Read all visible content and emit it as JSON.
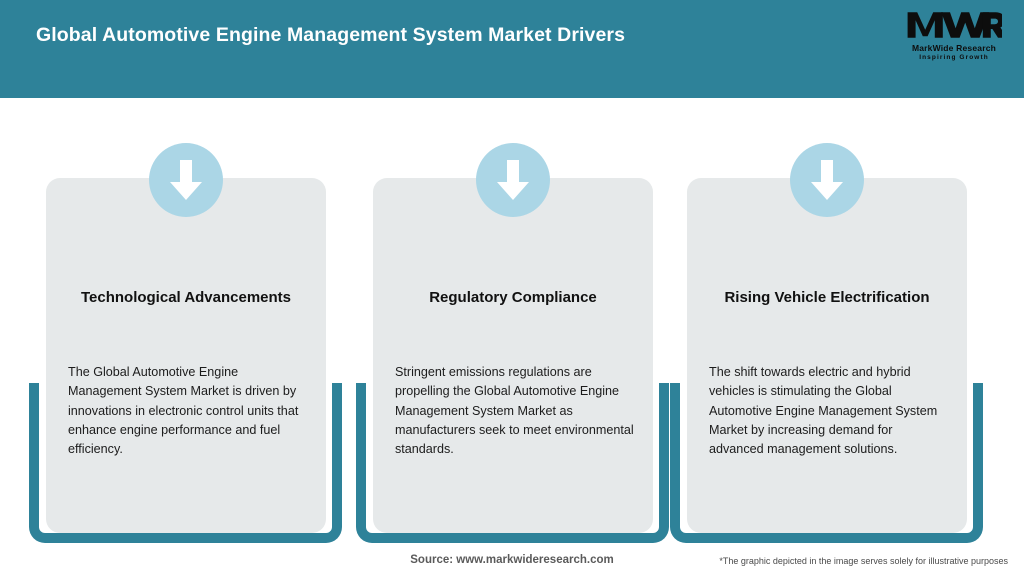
{
  "header": {
    "title": "Global Automotive Engine Management System Market Drivers",
    "background_color": "#2E8299",
    "title_color": "#FFFFFF",
    "logo": {
      "mark": "MWR",
      "name": "MarkWide Research",
      "tagline": "Inspiring Growth"
    }
  },
  "cards": [
    {
      "icon": "down-arrow-icon",
      "title": "Technological Advancements",
      "body": "The Global Automotive Engine Management System Market is driven by innovations in electronic control units that enhance engine performance and fuel efficiency."
    },
    {
      "icon": "down-arrow-icon",
      "title": "Regulatory Compliance",
      "body": "Stringent emissions regulations are propelling the Global Automotive Engine Management System Market as manufacturers seek to meet environmental standards."
    },
    {
      "icon": "down-arrow-icon",
      "title": "Rising Vehicle Electrification",
      "body": "The shift towards electric and hybrid vehicles is stimulating the Global Automotive Engine Management System Market by increasing demand for advanced management solutions."
    }
  ],
  "footer": {
    "source": "Source: www.markwideresearch.com",
    "disclaimer": "*The graphic depicted in the image serves solely for illustrative purposes"
  },
  "theme": {
    "teal": "#2E8299",
    "card_gray": "#E6E9EA",
    "circle_blue": "#ABD6E6",
    "page_background": "#FFFFFF"
  }
}
